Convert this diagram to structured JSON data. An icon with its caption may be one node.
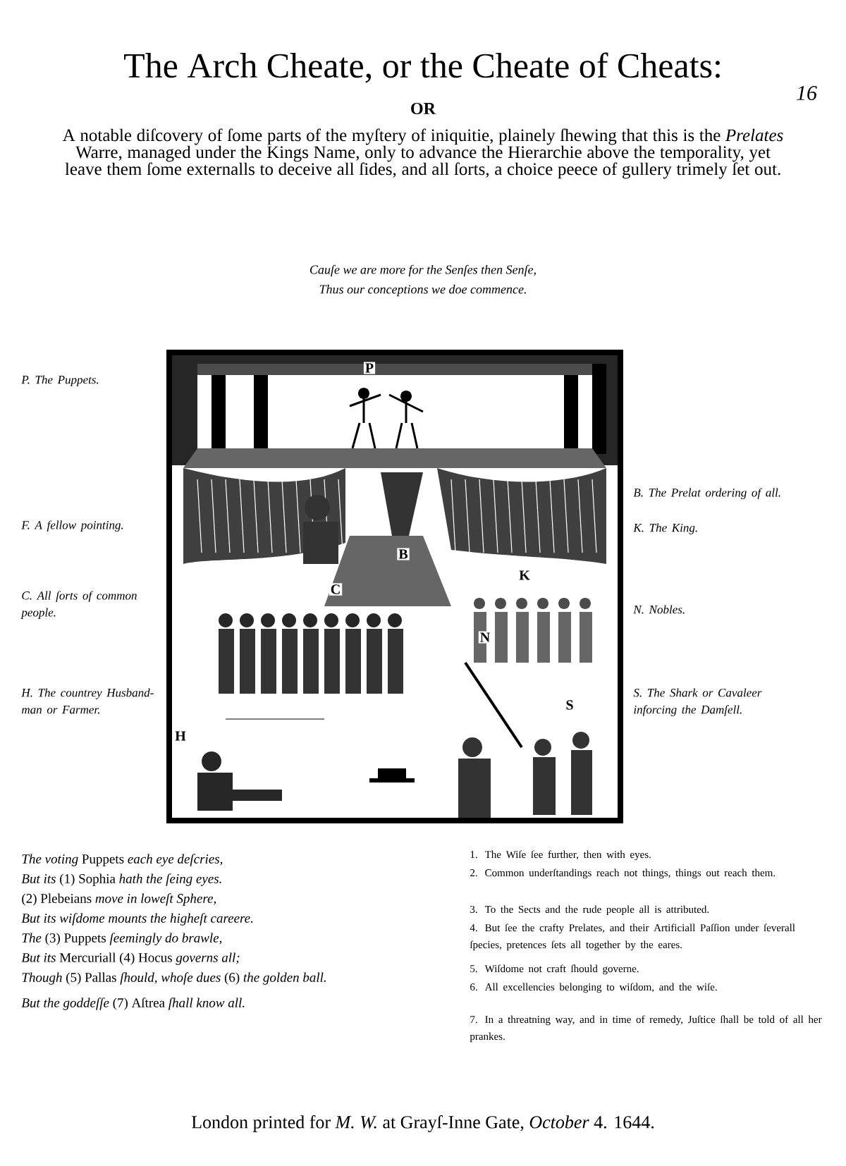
{
  "diagram": {
    "title": "The Arch Cheate, or the Cheate of Cheats:",
    "labels": [
      "OR",
      "A notable diſcovery of ſome parts of the myſtery of iniquitie, plainely ſhewing that this is the *Prelates* Warre, managed under the Kings Name, only to advance the Hierarchie above the temporality, yet leave them ſome externalls to deceive all ſides, and all ſorts, a choice peece of gullery trimely ſet out.",
      "Cauſe we are more for the Senſes then Senſe,",
      "Thus our conceptions we doe commence.",
      "16",
      "P. The Puppets.",
      "F. A fellow pointing.",
      "C. All ſorts of common people.",
      "H. The countrey Husband-man or Farmer.",
      "B. The Prelat ordering of all.",
      "K. The King.",
      "N. Nobles.",
      "S. The Shark or Cavaleer inforcing the Damſell.",
      "P",
      "B",
      "K",
      "C",
      "N",
      "S",
      "H",
      "*The voting* Puppets *each eye deſcries,*",
      "*But its* (1) Sophia *hath the ſeing eyes.*",
      "(2) Plebeians *move in loweſt Sphere,*",
      "*But its wiſdome mounts the higheſt careere.*",
      "*The* (3) Puppets *ſeemingly do brawle,*",
      "*But its* Mercuriall (4) Hocus *governs all;*",
      "*Though* (5) Pallas *ſhould, whoſe dues* (6) *the golden ball.*",
      "*But the goddeſſe* (7) Aſtrea *ſhall know all.*",
      "1. The Wiſe ſee further, then with eyes.",
      "2. Common underſtandings reach not things, things out reach them.",
      "3. To the Sects and the rude people all is attributed.",
      "4. But ſee the crafty Prelates, and their Artificiall Paſſion under ſeverall ſpecies, pretences ſets all together by the eares.",
      "5. Wiſdome not craft ſhould governe.",
      "6. All excellencies belonging to wiſdom, and the wiſe.",
      "7. In a threatning way, and in time of remedy, Juſtice ſhall be told of all her prankes.",
      "London printed for *M. W.* at Grayſ-Inne Gate, *October* 4. 1644."
    ]
  }
}
